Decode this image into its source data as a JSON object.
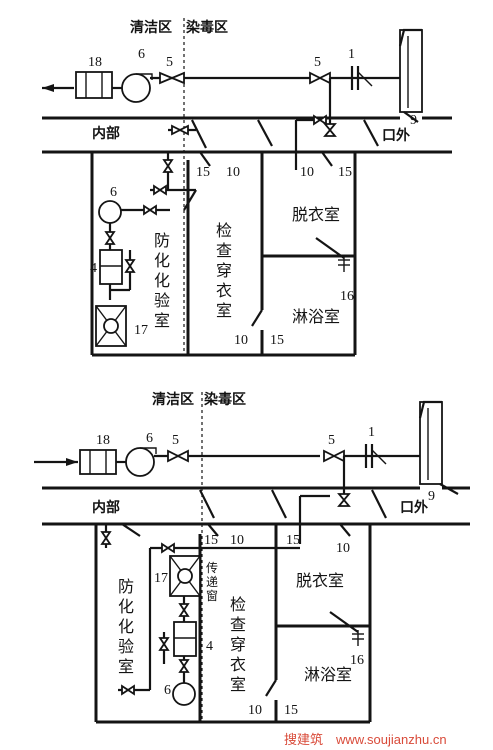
{
  "upper_diagram": {
    "zone_clean": "清洁区",
    "zone_decon": "染毒区",
    "label_inside": "内部",
    "label_outside": "口外",
    "room_lab": [
      "防",
      "化",
      "化",
      "验",
      "室"
    ],
    "room_check": [
      "检",
      "查",
      "穿",
      "衣",
      "室"
    ],
    "room_undress": "脱衣室",
    "room_shower": "淋浴室",
    "nums": {
      "n18": "18",
      "n6a": "6",
      "n5a": "5",
      "n5b": "5",
      "n1": "1",
      "n9": "9",
      "n15a": "15",
      "n10a": "10",
      "n10b": "10",
      "n15b": "15",
      "n6b": "6",
      "n4": "4",
      "n17": "17",
      "n16": "16",
      "n10c": "10",
      "n15c": "15"
    }
  },
  "lower_diagram": {
    "zone_clean": "清洁区",
    "zone_decon": "染毒区",
    "label_inside": "内部",
    "label_outside": "口外",
    "room_lab": [
      "防",
      "化",
      "化",
      "验",
      "室"
    ],
    "room_check": [
      "检",
      "查",
      "穿",
      "衣",
      "室"
    ],
    "room_undress": "脱衣室",
    "room_shower": "淋浴室",
    "pass_window": [
      "传",
      "递",
      "窗"
    ],
    "nums": {
      "n18": "18",
      "n6a": "6",
      "n5a": "5",
      "n5b": "5",
      "n1": "1",
      "n9": "9",
      "n15a": "15",
      "n10a": "10",
      "n15b": "15",
      "n10b": "10",
      "n17": "17",
      "n4": "4",
      "n6b": "6",
      "n16": "16",
      "n10c": "10",
      "n15c": "15"
    }
  },
  "watermark": {
    "site_cn": "搜建筑",
    "site_url": "www.soujianzhu.cn"
  }
}
